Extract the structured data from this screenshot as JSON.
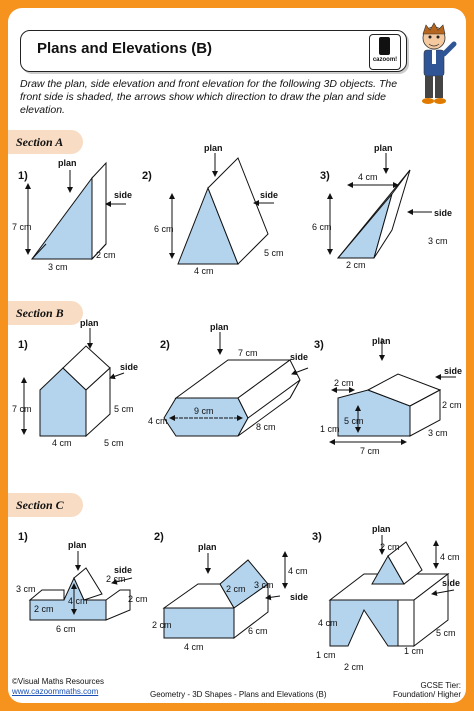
{
  "header": {
    "title": "Plans and Elevations (B)",
    "logo_text": "cazoom!"
  },
  "instructions": "Draw the plan, side elevation and front elevation for the following 3D objects. The front side is shaded, the arrows show which direction to draw the plan and side elevation.",
  "sections": [
    {
      "label": "Section A"
    },
    {
      "label": "Section B"
    },
    {
      "label": "Section C"
    }
  ],
  "common": {
    "plan": "plan",
    "side": "side"
  },
  "questions": {
    "a1": {
      "num": "1)",
      "dims": [
        "7 cm",
        "3 cm",
        "2 cm"
      ]
    },
    "a2": {
      "num": "2)",
      "dims": [
        "6 cm",
        "4 cm",
        "5 cm"
      ]
    },
    "a3": {
      "num": "3)",
      "dims": [
        "4 cm",
        "6 cm",
        "2 cm",
        "3 cm"
      ]
    },
    "b1": {
      "num": "1)",
      "dims": [
        "7 cm",
        "4 cm",
        "5 cm",
        "5 cm"
      ]
    },
    "b2": {
      "num": "2)",
      "dims": [
        "7 cm",
        "9 cm",
        "4 cm",
        "8 cm"
      ]
    },
    "b3": {
      "num": "3)",
      "dims": [
        "2 cm",
        "5 cm",
        "1 cm",
        "7 cm",
        "2 cm",
        "3 cm"
      ]
    },
    "c1": {
      "num": "1)",
      "dims": [
        "3 cm",
        "2 cm",
        "4 cm",
        "6 cm",
        "2 cm",
        "2 cm"
      ]
    },
    "c2": {
      "num": "2)",
      "dims": [
        "2 cm",
        "3 cm",
        "4 cm",
        "2 cm",
        "4 cm",
        "6 cm"
      ]
    },
    "c3": {
      "num": "3)",
      "dims": [
        "2 cm",
        "4 cm",
        "4 cm",
        "5 cm",
        "1 cm",
        "2 cm",
        "1 cm"
      ]
    }
  },
  "footer": {
    "copyright": "©Visual Maths Resources",
    "url": "www.cazoommaths.com",
    "topic": "Geometry - 3D Shapes - Plans and Elevations (B)",
    "tier_label": "GCSE Tier:",
    "tier": "Foundation/ Higher"
  },
  "colors": {
    "border": "#f6921e",
    "shade": "#b4d4ee",
    "section_bg": "#f8dcc4",
    "link": "#1a4fb3"
  }
}
